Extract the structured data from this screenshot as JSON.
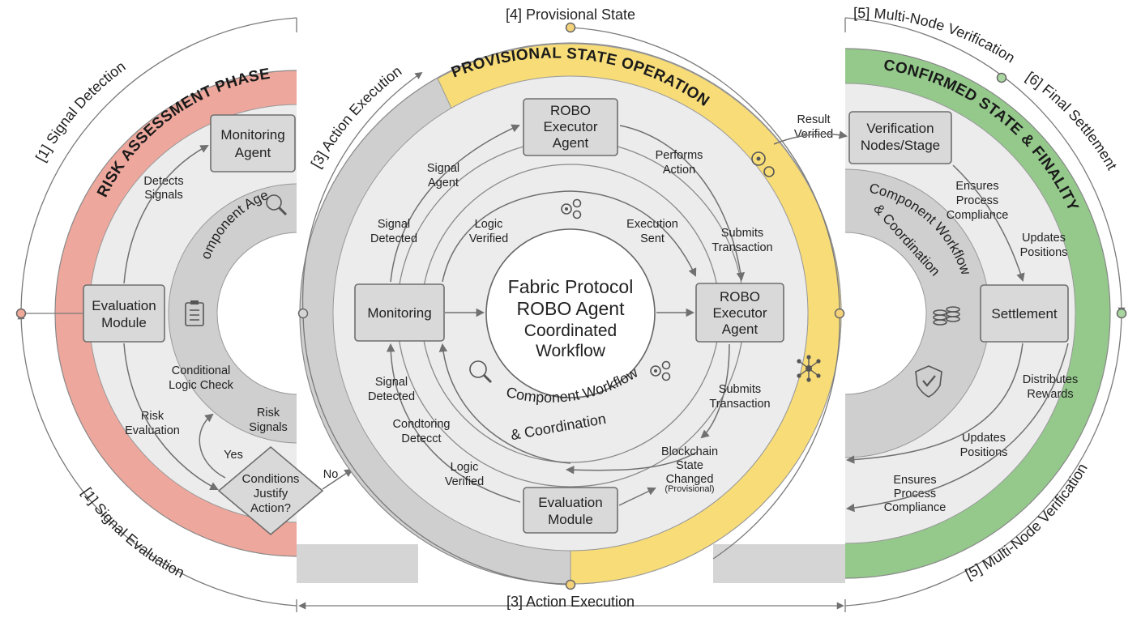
{
  "outer_labels": {
    "signal_detection": "[1] Signal Detection",
    "signal_evaluation": "[1] Signal Evaluation",
    "action_execution_top": "[3] Action Execution",
    "provisional_state": "[4] Provisional State",
    "action_execution_bottom": "[3] Action Execution",
    "multi_node_verification_top": "[5] Multi-Node Verification",
    "final_settlement": "[6] Final Settlement",
    "multi_node_verification_bottom": "[5] Multi-Node Verification"
  },
  "left": {
    "phase_title": "RISK ASSESSMENT PHASE",
    "monitoring_agent": [
      "Monitoring",
      "Agent"
    ],
    "evaluation_module": [
      "Evaluation",
      "Module"
    ],
    "component_agent": "Component Agent",
    "detects_signals": [
      "Detects",
      "Signals"
    ],
    "conditional_logic": [
      "Conditional",
      "Logic Check"
    ],
    "risk_evaluation": [
      "Risk",
      "Evaluation"
    ],
    "risk_signals": [
      "Risk",
      "Signals"
    ],
    "yes": "Yes",
    "no": "No",
    "decision": [
      "Conditions",
      "Justify",
      "Action?"
    ]
  },
  "center": {
    "phase_title": "PROVISIONAL STATE OPERATION",
    "robo_top": [
      "ROBO",
      "Executor",
      "Agent"
    ],
    "monitoring": "Monitoring",
    "robo_right": [
      "ROBO",
      "Executor",
      "Agent"
    ],
    "evaluation_module": [
      "Evaluation",
      "Module"
    ],
    "hub": [
      "Fabric Protocol",
      "ROBO Agent",
      "Coordinated",
      "Workflow"
    ],
    "signal_agent": [
      "Signal",
      "Agent"
    ],
    "performs_action": [
      "Performs",
      "Action"
    ],
    "signal_detected_top": [
      "Signal",
      "Detected"
    ],
    "logic_verified_top": [
      "Logic",
      "Verified"
    ],
    "execution_sent": [
      "Execution",
      "Sent"
    ],
    "submits_transaction_top": [
      "Submits",
      "Transaction"
    ],
    "signal_detected_bottom": [
      "Signal",
      "Detected"
    ],
    "condtoring_detecct": [
      "Condtoring",
      "Detecct"
    ],
    "logic_verified_bottom": [
      "Logic",
      "Verified"
    ],
    "submits_transaction_bottom": [
      "Submits",
      "Transaction"
    ],
    "blockchain_state": [
      "Blockchain",
      "State",
      "Changed"
    ],
    "provisional_note": "(Provisional)",
    "component_workflow": [
      "Component Workflow",
      "& Coordination"
    ]
  },
  "right": {
    "phase_title": "CONFIRMED STATE & FINALITY",
    "result_verified": [
      "Result",
      "Verified"
    ],
    "verification_nodes": [
      "Verification",
      "Nodes/Stage"
    ],
    "settlement": "Settlement",
    "ensures_top": [
      "Ensures",
      "Process",
      "Compliance"
    ],
    "updates_positions_top": [
      "Updates",
      "Positions"
    ],
    "distributes_rewards": [
      "Distributes",
      "Rewards"
    ],
    "updates_positions_bottom": [
      "Updates",
      "Positions"
    ],
    "ensures_bottom": [
      "Ensures",
      "Process",
      "Compliance"
    ],
    "component_workflow": [
      "Component Workflow",
      "& Coordination"
    ]
  },
  "colors": {
    "risk_band": "#eea79c",
    "provisional_band": "#f7dc78",
    "confirmed_band": "#94c98b",
    "gray_band": "#cfcfcf",
    "panel_fill": "#ececec",
    "box_fill": "#d9d9d9",
    "dot_red": "#f0a899",
    "dot_yellow": "#f4d27a",
    "dot_green": "#a9d6a0",
    "dot_gray": "#d5d5d5"
  },
  "icons": [
    "magnifier-icon",
    "clipboard-icon",
    "gears-icon",
    "network-icon",
    "coins-icon",
    "shield-check-icon"
  ]
}
